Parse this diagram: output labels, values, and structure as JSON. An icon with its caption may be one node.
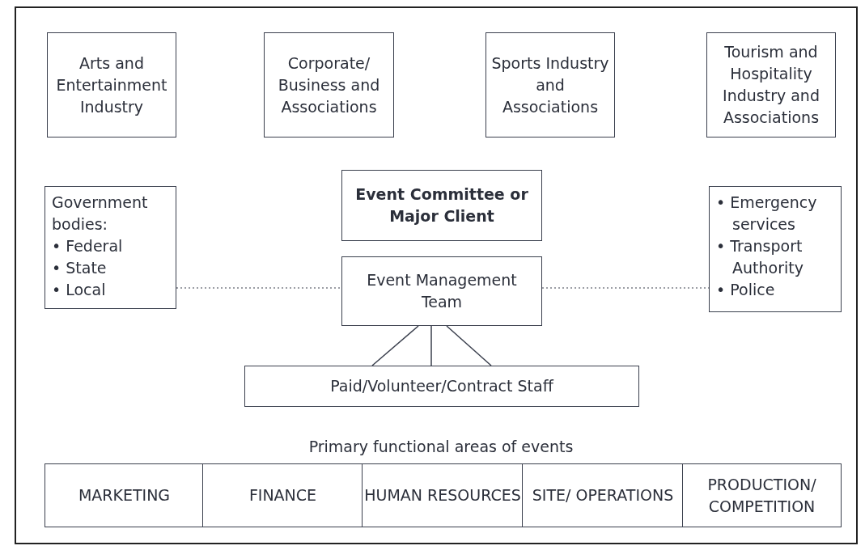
{
  "diagram": {
    "nodes": [
      {
        "text": [
          "Arts and Entertainment Industry"
        ]
      },
      {
        "text": [
          "Corporate/ Business and Associations"
        ]
      },
      {
        "text": [
          "Sports Industry and Associations"
        ]
      },
      {
        "text": [
          "Tourism and Hospitality Industry and Associations"
        ]
      },
      {
        "text": [
          "Government bodies:",
          "• Federal",
          "• State",
          "• Local"
        ]
      },
      {
        "text": [
          "Event Committee or Major Client"
        ]
      },
      {
        "text": [
          "Event Management Team"
        ]
      },
      {
        "text": [
          "• Emergency services",
          "• Transport Authority",
          "• Police"
        ]
      },
      {
        "text": [
          "Paid/Volunteer/Contract Staff"
        ]
      },
      {
        "text": [
          "MARKETING"
        ]
      },
      {
        "text": [
          "FINANCE"
        ]
      },
      {
        "text": [
          "HUMAN RESOURCES"
        ]
      },
      {
        "text": [
          "SITE/ OPERATIONS"
        ]
      },
      {
        "text": [
          "PRODUCTION/ COMPETITION"
        ]
      }
    ],
    "edges": [
      {
        "from": 4,
        "to": 6,
        "arrow": "none",
        "style": "dashed"
      },
      {
        "from": 6,
        "to": 7,
        "arrow": "none",
        "style": "dashed"
      },
      {
        "from": 6,
        "to": 8,
        "arrow": "none"
      },
      {
        "from": 6,
        "to": 8,
        "arrow": "none"
      },
      {
        "from": 6,
        "to": 8,
        "arrow": "none"
      }
    ],
    "labels": [
      "Primary functional areas of events"
    ]
  }
}
